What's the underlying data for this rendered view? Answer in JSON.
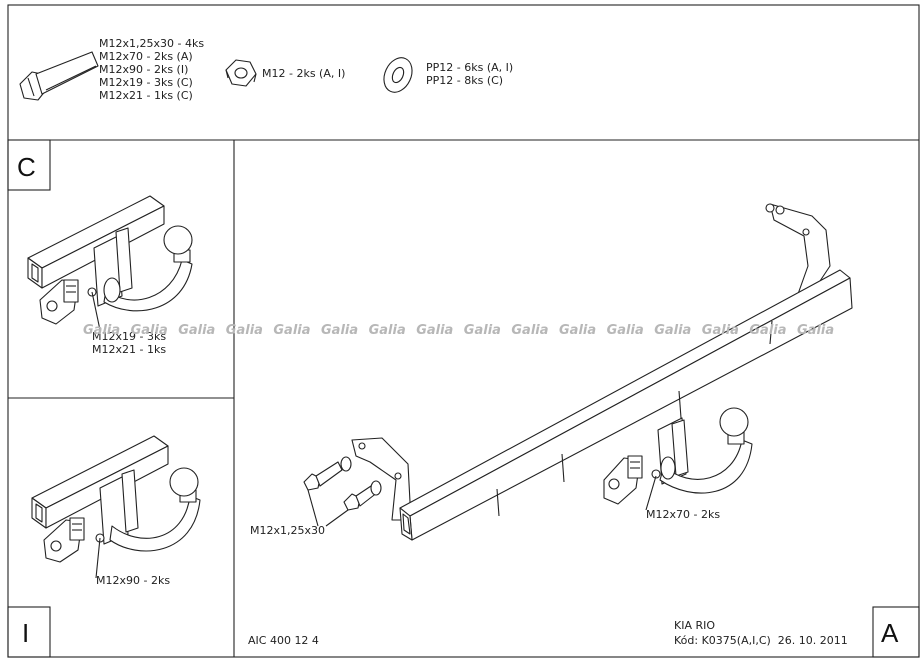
{
  "parts_list": {
    "bolt_lines": [
      "M12x1,25x30 - 4ks",
      "M12x70 - 2ks (A)",
      "M12x90 - 2ks (I)",
      "M12x19 - 3ks (C)",
      "M12x21 - 1ks (C)"
    ],
    "nut_lines": [
      "M12 - 2ks (A, I)"
    ],
    "washer_lines": [
      "PP12 - 6ks (A, I)",
      "PP12 - 8ks (C)"
    ]
  },
  "panels": {
    "c": {
      "letter": "C",
      "callout_lines": [
        "M12x19 - 3ks",
        "M12x21 - 1ks"
      ]
    },
    "i": {
      "letter": "I",
      "callout": "M12x90 - 2ks"
    },
    "a": {
      "letter": "A",
      "callout_bolts": "M12x1,25x30",
      "callout_bolt": "M12x70 - 2ks"
    }
  },
  "watermark": {
    "text": "Galia",
    "count": 16
  },
  "footer": {
    "code_left": "AIC 400 12 4",
    "vehicle": "KIA RIO",
    "code_line": "Kód: K0375(A,I,C)  26. 10. 2011"
  },
  "colors": {
    "line": "#222222",
    "watermark": "#b7b7b7",
    "background": "#ffffff"
  }
}
